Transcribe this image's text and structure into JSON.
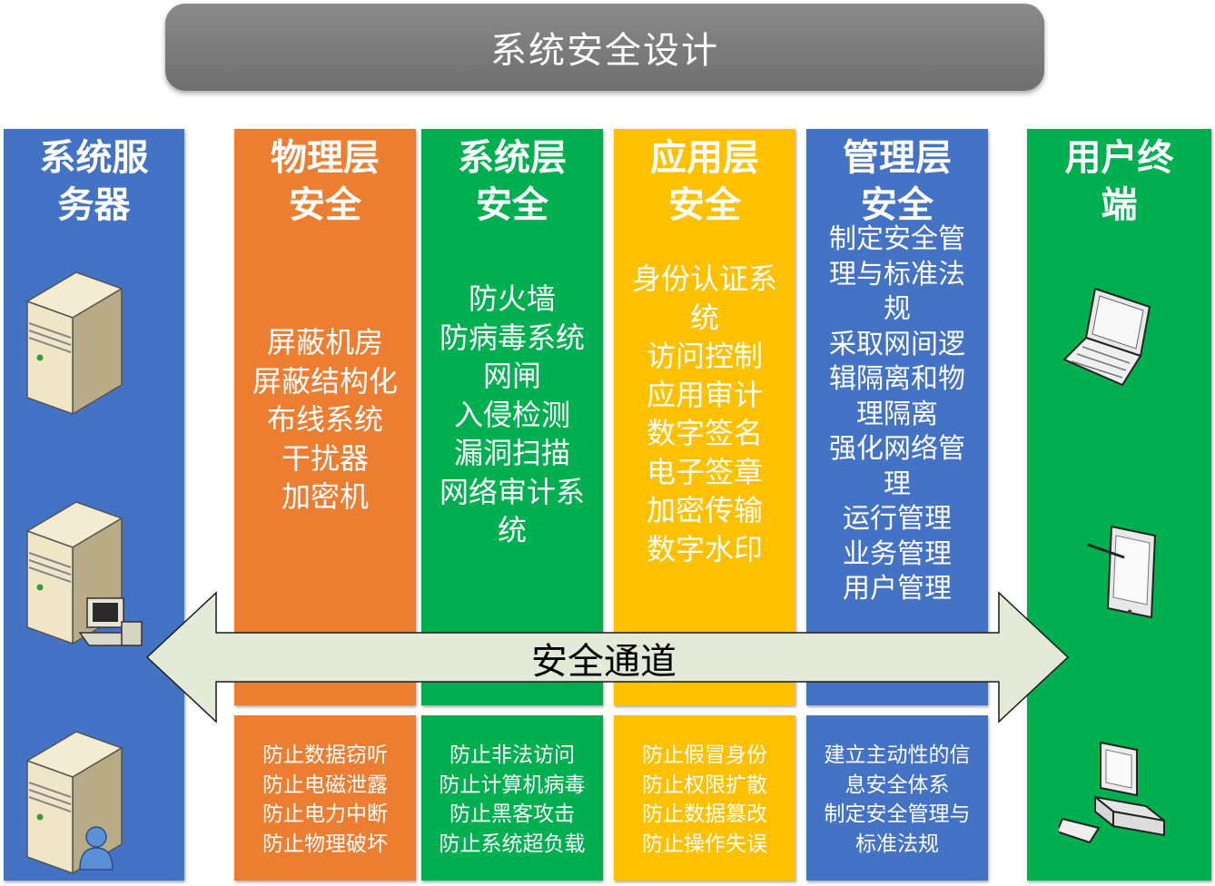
{
  "title": "系统安全设计",
  "left_column": {
    "title": "系统服务器"
  },
  "right_column": {
    "title": "用户终端"
  },
  "layers": [
    {
      "title": "物理层安全",
      "items": [
        "屏蔽机房",
        "屏蔽结构化",
        "布线系统",
        "干扰器",
        "加密机"
      ],
      "goals": [
        "防止数据窃听",
        "防止电磁泄露",
        "防止电力中断",
        "防止物理破坏"
      ]
    },
    {
      "title": "系统层安全",
      "items": [
        "防火墙",
        "防病毒系统",
        "网闸",
        "入侵检测",
        "漏洞扫描",
        "网络审计系统"
      ],
      "goals": [
        "防止非法访问",
        "防止计算机病毒",
        "防止黑客攻击",
        "防止系统超负载"
      ]
    },
    {
      "title": "应用层安全",
      "items": [
        "身份认证系统",
        "访问控制",
        "应用审计",
        "数字签名",
        "电子签章",
        "加密传输",
        "数字水印"
      ],
      "goals": [
        "防止假冒身份",
        "防止权限扩散",
        "防止数据篡改",
        "防止操作失误"
      ]
    },
    {
      "title": "管理层安全",
      "items": [
        "制定安全管理与标准法规",
        "采取网间逻辑隔离和物理隔离",
        "强化网络管理",
        "运行管理",
        "业务管理",
        "用户管理"
      ],
      "goals": [
        "建立主动性的信息安全体系",
        "制定安全管理与标准法规"
      ]
    }
  ],
  "channel_label": "安全通道",
  "icons": {
    "left": [
      "server-icon",
      "server-workstation-icon",
      "server-user-icon"
    ],
    "right": [
      "laptop-icon",
      "tablet-icon",
      "desktop-computer-icon"
    ]
  },
  "colors": {
    "blue": "#4472c4",
    "orange": "#ed7d31",
    "green": "#00b050",
    "yellow": "#ffc000",
    "title_bar": "#7f7f7f",
    "arrow_fill": "#e4ead8"
  }
}
